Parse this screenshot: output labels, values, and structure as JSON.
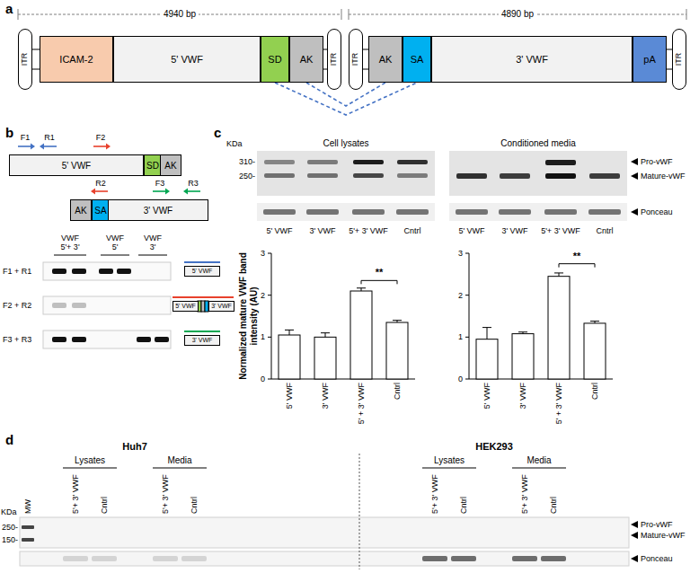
{
  "diagram": {
    "nodes": [
      {
        "text": [
          "ITR"
        ]
      },
      {
        "text": [
          "ICAM-2"
        ]
      },
      {
        "text": [
          "5' VWF"
        ]
      },
      {
        "text": [
          "SD"
        ]
      },
      {
        "text": [
          "AK"
        ]
      },
      {
        "text": [
          "ITR"
        ]
      },
      {
        "text": [
          "ITR"
        ]
      },
      {
        "text": [
          "AK"
        ]
      },
      {
        "text": [
          "SA"
        ]
      },
      {
        "text": [
          "3' VWF"
        ]
      },
      {
        "text": [
          "pA"
        ]
      },
      {
        "text": [
          "ITR"
        ]
      },
      {
        "text": [
          "5' VWF"
        ]
      },
      {
        "text": [
          "SD"
        ]
      },
      {
        "text": [
          "AK"
        ]
      },
      {
        "text": [
          "AK"
        ]
      },
      {
        "text": [
          "SA"
        ]
      },
      {
        "text": [
          "3' VWF"
        ]
      },
      {
        "text": [
          "5' VWF"
        ]
      },
      {
        "text": [
          "5' VWF"
        ]
      },
      {
        "text": [
          "3' VWF"
        ]
      },
      {
        "text": [
          "3' VWF"
        ]
      }
    ],
    "edges": [
      {
        "from": 3,
        "to": 8,
        "arrow": "none"
      },
      {
        "from": 4,
        "to": 7,
        "arrow": "none"
      }
    ],
    "labels": [
      "a",
      "4940 bp",
      "4890 bp",
      "b",
      "F1",
      "R1",
      "F2",
      "R2",
      "F3",
      "R3",
      "VWF 5'+ 3'",
      "VWF 5'",
      "VWF 3'",
      "F1 + R1",
      "F2 + R2",
      "F3 + R3",
      "c",
      "KDa",
      "310-",
      "250-",
      "Cell lysates",
      "Conditioned media",
      "Pro-vWF",
      "Mature-vWF",
      "Ponceau",
      "5' VWF",
      "3' VWF",
      "5'+ 3' VWF",
      "Cntrl",
      "5' VWF",
      "3' VWF",
      "5'+ 3' VWF",
      "Cntrl",
      "Normalized mature VWF band intensity (AU)",
      "0",
      "1",
      "2",
      "3",
      "0",
      "1",
      "2",
      "3",
      "5' VWF",
      "3' VWF",
      "5' + 3' VWF",
      "Cntrl",
      "**",
      "5' VWF",
      "3' VWF",
      "5' + 3' VWF",
      "Cntrl",
      "**",
      "d",
      "KDa",
      "250-",
      "150-",
      "Huh7",
      "HEK293",
      "Lysates",
      "Media",
      "Lysates",
      "Media",
      "MW",
      "5'+ 3' VWF",
      "Cntrl",
      "5'+ 3' VWF",
      "Cntrl",
      "5'+ 3' VWF",
      "Cntrl",
      "5'+ 3' VWF",
      "Cntrl",
      "Pro-vWF",
      "Mature-vWF",
      "Ponceau"
    ]
  }
}
